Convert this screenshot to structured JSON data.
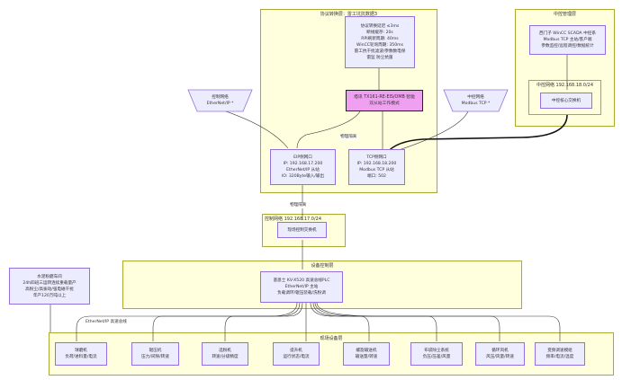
{
  "clusters": {
    "protocol_layer": "协议转换层：雷工坑抗数据3",
    "control_center": "中控管理层",
    "control_net": "控制网络 192.168.17.0/24",
    "device_control": "设备控制层",
    "field_devices": "现场设备层"
  },
  "nodes": {
    "perf": [
      "协议转换延迟 ≤3ms",
      "断线缓存: 20s",
      "RPI刷新周期: 40ms",
      "WinCC轮询周期: 350ms",
      "雷工抗干扰滤波/参数数电保",
      "雷监 防尘抗菌"
    ],
    "gateway": [
      "塔讯 TX161-RE-EIS/OMB 智能",
      "双从站工作模式"
    ],
    "eip_port": [
      "EIP侧网口",
      "IP: 192.168.17.200",
      "EtherNet/IP 从站",
      "IO: 320Byte输入/输出"
    ],
    "tcp_port": [
      "TCP侧网口",
      "IP: 192.168.18.200",
      "Modbus TCP 从站",
      "端口: 502"
    ],
    "scada": [
      "西门子 WinCC SCADA 中控系",
      "Modbus TCP 主站/客户端",
      "参数监控/远程调控/数据统计"
    ],
    "center_net_label": "中控网络 192.168.18.0/24",
    "center_switch": "中控核心交换机",
    "field_switch": "现场控制交换机",
    "plc": [
      "基恩士 KV-X520 高速总线PLC",
      "EtherNet/IP 主站",
      "负载调环/辊压装载/洗粉调"
    ],
    "workshop": [
      "水泥粉磨车间",
      "24h四班三运转连续重载量产",
      "高粉尘/高振动/强电磁干扰",
      "年产120万吨以上"
    ],
    "devices": [
      [
        "球磨机",
        "负荷/进料量/电流"
      ],
      [
        "辊压机",
        "压力/间隙/转速"
      ],
      [
        "选粉机",
        "转速/分级精度"
      ],
      [
        "提升机",
        "运行状态/电流"
      ],
      [
        "螺旋输送机",
        "输送量/转速"
      ],
      [
        "布袋除尘系统",
        "负压/压差/风量"
      ],
      [
        "循环风机",
        "风压/风量/转速"
      ],
      [
        "变频调速模组",
        "频率/电流/温度"
      ]
    ],
    "left_trap": [
      "控制网络",
      "EtherNet/IP *"
    ],
    "right_trap": [
      "中控网络",
      "Modbus TCP *"
    ]
  },
  "edge_labels": {
    "phys1": "物理隔离",
    "phys2": "物理隔离",
    "bus": "EtherNet/IP 高速总线"
  },
  "colors": {
    "cluster_fill": "#ffffde",
    "cluster_border": "#aaaa33",
    "node_fill": "#ececff",
    "node_border": "#9370db",
    "highlight_fill": "#f0a0f0"
  }
}
